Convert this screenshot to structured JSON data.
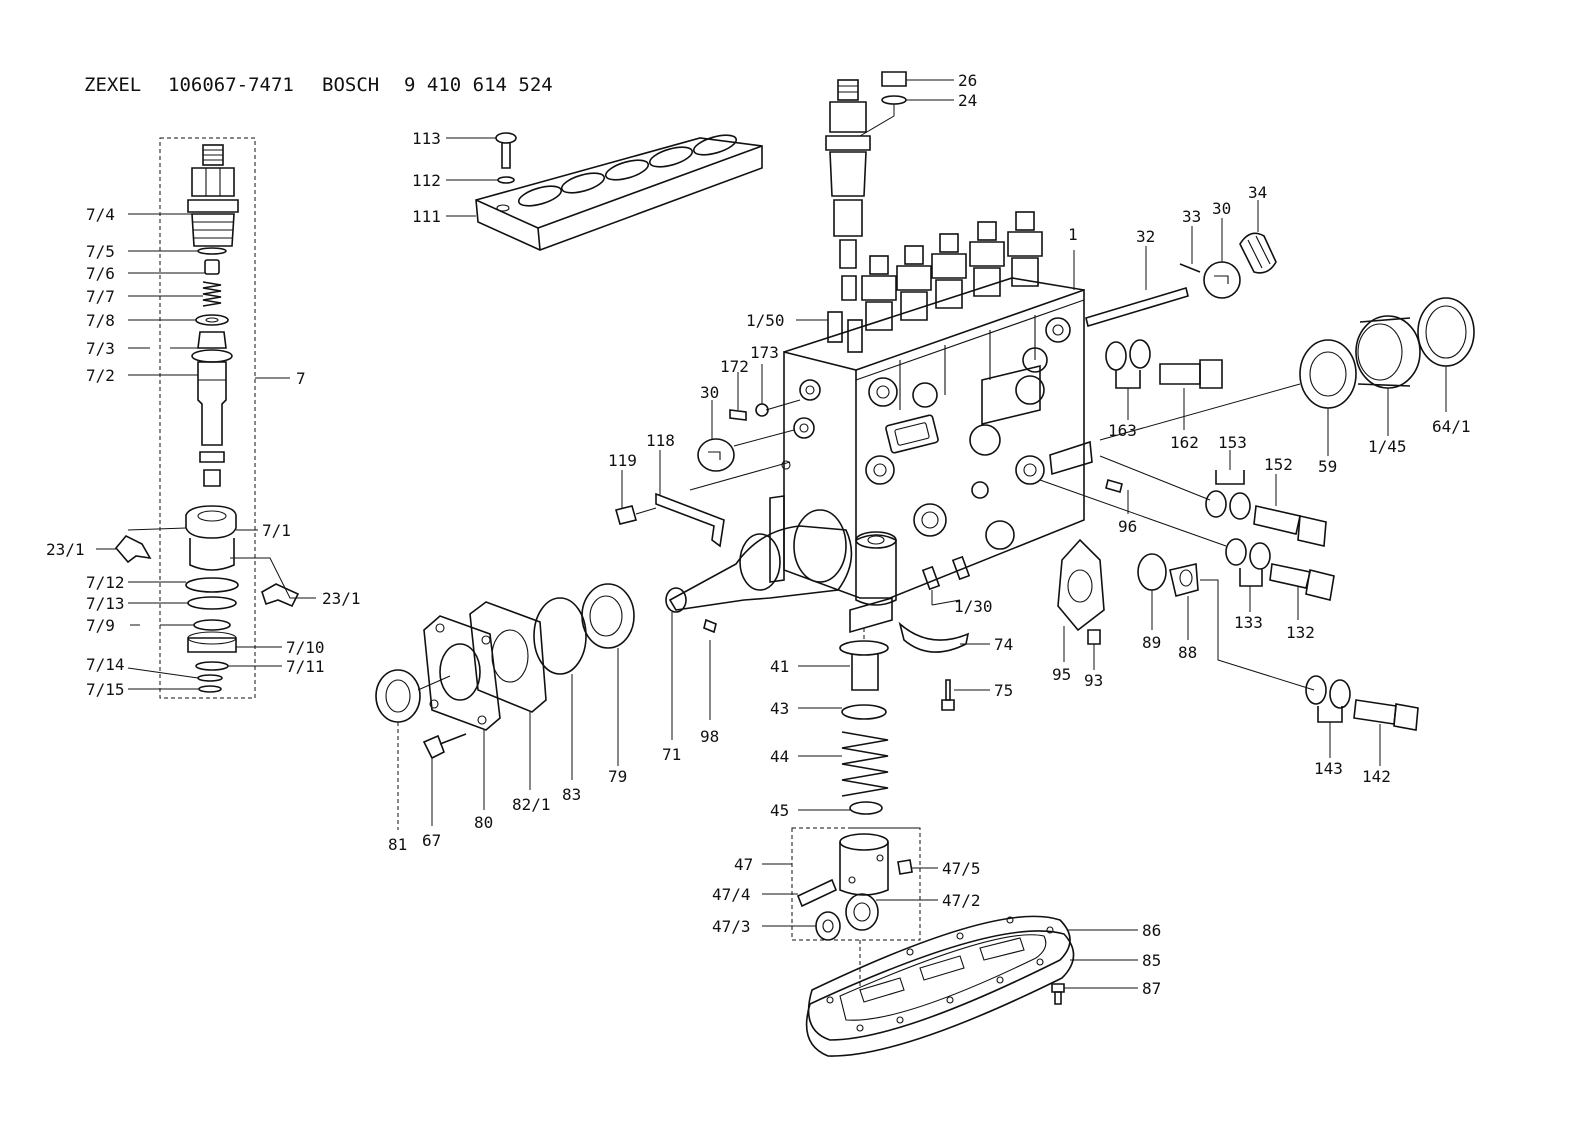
{
  "title": {
    "brand1": "ZEXEL",
    "number1": "106067-7471",
    "brand2": "BOSCH",
    "number2": "9 410 614 524"
  },
  "labels": [
    {
      "id": "26",
      "text": "26"
    },
    {
      "id": "24",
      "text": "24"
    },
    {
      "id": "113",
      "text": "113"
    },
    {
      "id": "112",
      "text": "112"
    },
    {
      "id": "111",
      "text": "111"
    },
    {
      "id": "7-4",
      "text": "7/4"
    },
    {
      "id": "7-5",
      "text": "7/5"
    },
    {
      "id": "7-6",
      "text": "7/6"
    },
    {
      "id": "7-7",
      "text": "7/7"
    },
    {
      "id": "7-8",
      "text": "7/8"
    },
    {
      "id": "7-3",
      "text": "7/3"
    },
    {
      "id": "7-2",
      "text": "7/2"
    },
    {
      "id": "7",
      "text": "7"
    },
    {
      "id": "23-1a",
      "text": "23/1"
    },
    {
      "id": "7-1",
      "text": "7/1"
    },
    {
      "id": "23-1b",
      "text": "23/1"
    },
    {
      "id": "7-12",
      "text": "7/12"
    },
    {
      "id": "7-13",
      "text": "7/13"
    },
    {
      "id": "7-9",
      "text": "7/9"
    },
    {
      "id": "7-10",
      "text": "7/10"
    },
    {
      "id": "7-14",
      "text": "7/14"
    },
    {
      "id": "7-11",
      "text": "7/11"
    },
    {
      "id": "7-15",
      "text": "7/15"
    },
    {
      "id": "1",
      "text": "1"
    },
    {
      "id": "32",
      "text": "32"
    },
    {
      "id": "33",
      "text": "33"
    },
    {
      "id": "30a",
      "text": "30"
    },
    {
      "id": "34",
      "text": "34"
    },
    {
      "id": "1-50",
      "text": "1/50"
    },
    {
      "id": "172",
      "text": "172"
    },
    {
      "id": "173",
      "text": "173"
    },
    {
      "id": "30b",
      "text": "30"
    },
    {
      "id": "118",
      "text": "118"
    },
    {
      "id": "119",
      "text": "119"
    },
    {
      "id": "163",
      "text": "163"
    },
    {
      "id": "162",
      "text": "162"
    },
    {
      "id": "59",
      "text": "59"
    },
    {
      "id": "1-45",
      "text": "1/45"
    },
    {
      "id": "64-1",
      "text": "64/1"
    },
    {
      "id": "153",
      "text": "153"
    },
    {
      "id": "152",
      "text": "152"
    },
    {
      "id": "96",
      "text": "96"
    },
    {
      "id": "133",
      "text": "133"
    },
    {
      "id": "132",
      "text": "132"
    },
    {
      "id": "1-30",
      "text": "1/30"
    },
    {
      "id": "89",
      "text": "89"
    },
    {
      "id": "88",
      "text": "88"
    },
    {
      "id": "74",
      "text": "74"
    },
    {
      "id": "95",
      "text": "95"
    },
    {
      "id": "93",
      "text": "93"
    },
    {
      "id": "41",
      "text": "41"
    },
    {
      "id": "75",
      "text": "75"
    },
    {
      "id": "43",
      "text": "43"
    },
    {
      "id": "44",
      "text": "44"
    },
    {
      "id": "45",
      "text": "45"
    },
    {
      "id": "47",
      "text": "47"
    },
    {
      "id": "47-5",
      "text": "47/5"
    },
    {
      "id": "47-4",
      "text": "47/4"
    },
    {
      "id": "47-2",
      "text": "47/2"
    },
    {
      "id": "47-3",
      "text": "47/3"
    },
    {
      "id": "86",
      "text": "86"
    },
    {
      "id": "85",
      "text": "85"
    },
    {
      "id": "87",
      "text": "87"
    },
    {
      "id": "143",
      "text": "143"
    },
    {
      "id": "142",
      "text": "142"
    },
    {
      "id": "81",
      "text": "81"
    },
    {
      "id": "67",
      "text": "67"
    },
    {
      "id": "80",
      "text": "80"
    },
    {
      "id": "82-1",
      "text": "82/1"
    },
    {
      "id": "83",
      "text": "83"
    },
    {
      "id": "79",
      "text": "79"
    },
    {
      "id": "71",
      "text": "71"
    },
    {
      "id": "98",
      "text": "98"
    }
  ]
}
